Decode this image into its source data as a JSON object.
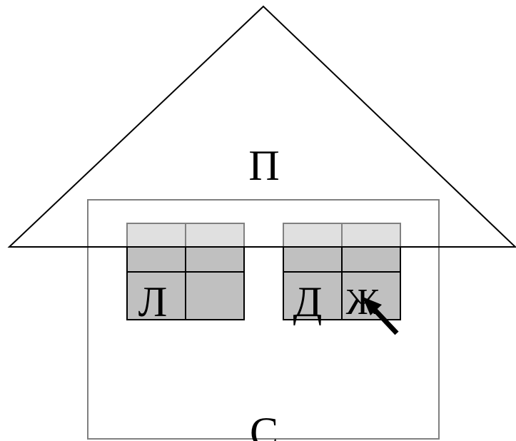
{
  "labels": {
    "roof": "П",
    "wall": "С",
    "left_window": "Л",
    "right_window": "Д",
    "star": "Ж"
  },
  "colors": {
    "stroke": "#000000",
    "wall_stroke": "#808080",
    "pane_light": "#e0e0e0",
    "pane_dark": "#c0c0c0",
    "background": "#ffffff"
  },
  "icons": {
    "pointer": "arrow-cursor-icon"
  }
}
